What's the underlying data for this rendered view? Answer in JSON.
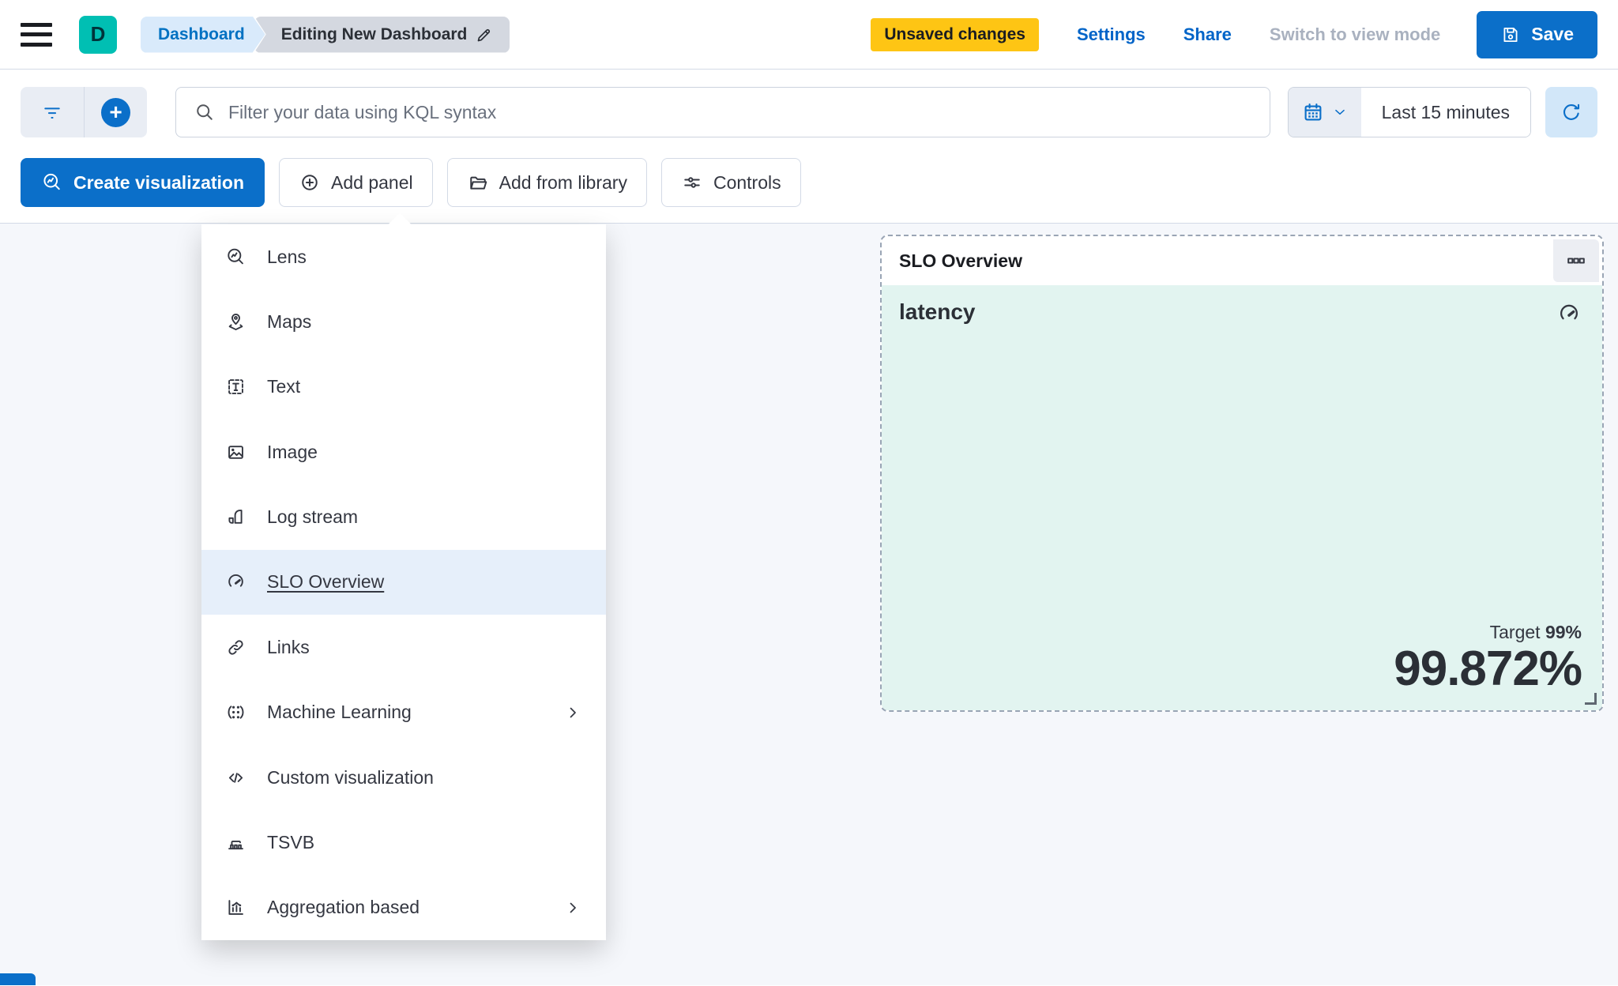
{
  "header": {
    "logo_letter": "D",
    "breadcrumbs": {
      "root": "Dashboard",
      "current": "Editing New Dashboard"
    },
    "unsaved_badge": "Unsaved changes",
    "settings_label": "Settings",
    "share_label": "Share",
    "view_mode_label": "Switch to view mode",
    "save_label": "Save"
  },
  "filter_bar": {
    "search_placeholder": "Filter your data using KQL syntax",
    "time_range": "Last 15 minutes"
  },
  "toolbar": {
    "create_visualization_label": "Create visualization",
    "add_panel_label": "Add panel",
    "add_from_library_label": "Add from library",
    "controls_label": "Controls"
  },
  "add_panel_menu": {
    "items": [
      {
        "label": "Lens",
        "icon": "lens-icon"
      },
      {
        "label": "Maps",
        "icon": "maps-icon"
      },
      {
        "label": "Text",
        "icon": "text-icon"
      },
      {
        "label": "Image",
        "icon": "image-icon"
      },
      {
        "label": "Log stream",
        "icon": "log-stream-icon"
      },
      {
        "label": "SLO Overview",
        "icon": "gauge-icon",
        "selected": true
      },
      {
        "label": "Links",
        "icon": "link-icon"
      },
      {
        "label": "Machine Learning",
        "icon": "machine-learning-icon",
        "has_submenu": true
      },
      {
        "label": "Custom visualization",
        "icon": "code-icon"
      },
      {
        "label": "TSVB",
        "icon": "tsvb-icon"
      },
      {
        "label": "Aggregation based",
        "icon": "aggregation-icon",
        "has_submenu": true
      }
    ]
  },
  "slo_panel": {
    "title": "SLO Overview",
    "metric_name": "latency",
    "target_label": "Target ",
    "target_value": "99%",
    "value": "99.872%"
  },
  "colors": {
    "primary": "#0b6fc9",
    "warning_badge": "#FEC514",
    "logo_teal": "#00BFB3",
    "panel_mint": "#e2f4f0",
    "selection_blue": "#e6effa",
    "canvas": "#f5f7fb"
  }
}
